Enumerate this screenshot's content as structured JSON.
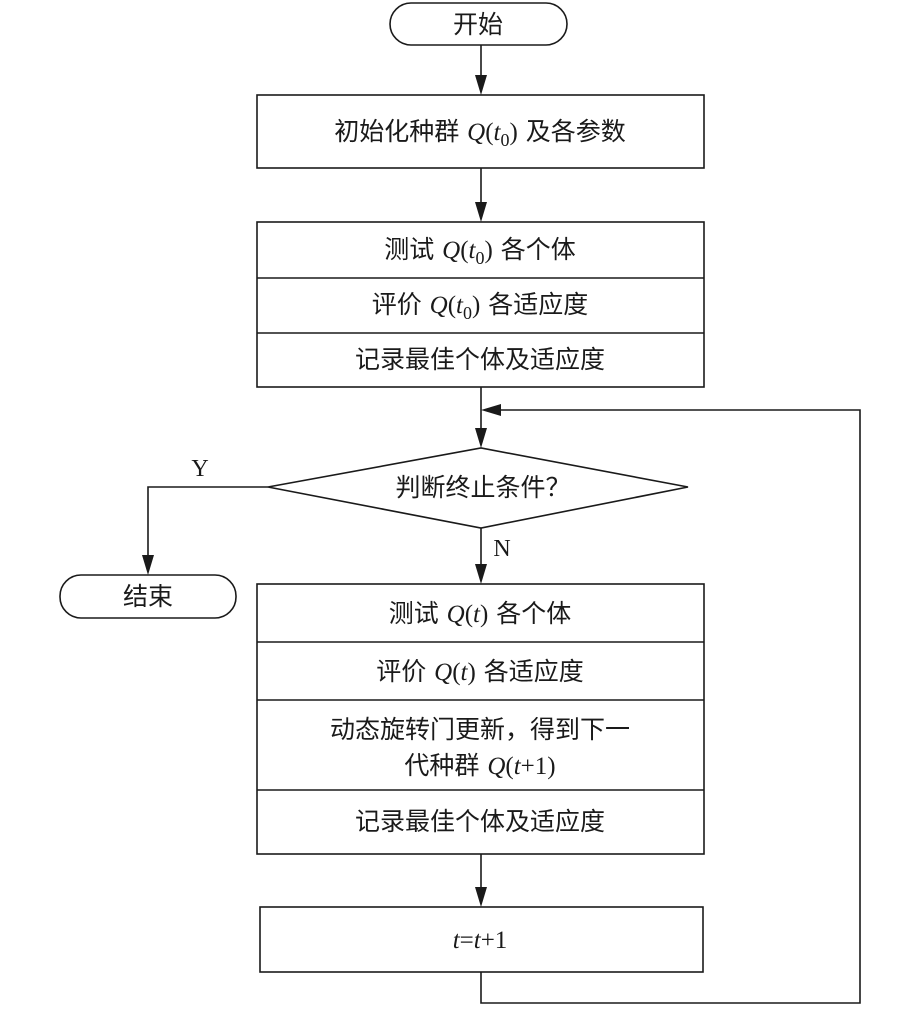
{
  "nodes": {
    "start": {
      "text": "开始"
    },
    "init": {
      "pre": "初始化种群 ",
      "q": "Q",
      "open": "(",
      "t": "t",
      "sub": "0",
      "close": ")",
      "post": " 及各参数"
    },
    "test0": {
      "pre": "测试 ",
      "q": "Q",
      "open": "(",
      "t": "t",
      "sub": "0",
      "close": ")",
      "post": " 各个体"
    },
    "eval0": {
      "pre": "评价 ",
      "q": "Q",
      "open": "(",
      "t": "t",
      "sub": "0",
      "close": ")",
      "post": " 各适应度"
    },
    "record0": {
      "text": "记录最佳个体及适应度"
    },
    "decision": {
      "text": "判断终止条件？"
    },
    "end": {
      "text": "结束"
    },
    "test": {
      "pre": "测试 ",
      "q": "Q",
      "open": "(",
      "t": "t",
      "close": ")",
      "post": " 各个体"
    },
    "eval": {
      "pre": "评价 ",
      "q": "Q",
      "open": "(",
      "t": "t",
      "close": ")",
      "post": " 各适应度"
    },
    "update": {
      "line1": "动态旋转门更新，得到下一",
      "line2_pre": "代种群 ",
      "q": "Q",
      "open": "(",
      "t": "t",
      "plus1": "+1",
      "close": ")"
    },
    "record": {
      "text": "记录最佳个体及适应度"
    },
    "increment": {
      "t1": "t",
      "eq": "=",
      "t2": "t",
      "plus1": "+1"
    }
  },
  "edges": {
    "yes_label": "Y",
    "no_label": "N"
  }
}
